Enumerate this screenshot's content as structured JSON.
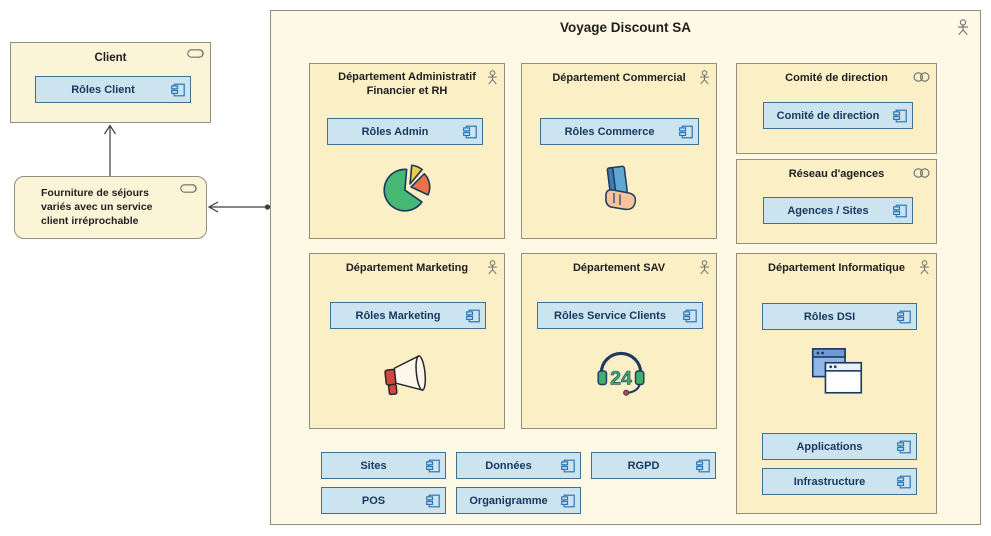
{
  "client": {
    "title": "Client",
    "component": "Rôles Client"
  },
  "service": {
    "label": "Fourniture de séjours variés avec un service client irréprochable"
  },
  "organization": {
    "title": "Voyage Discount SA",
    "admin": {
      "title": "Département Administratif Financier et RH",
      "component": "Rôles Admin"
    },
    "commercial": {
      "title": "Département Commercial",
      "component": "Rôles Commerce"
    },
    "direction": {
      "title": "Comité de direction",
      "component": "Comité de direction"
    },
    "agences": {
      "title": "Réseau d'agences",
      "component": "Agences / Sites"
    },
    "marketing": {
      "title": "Département Marketing",
      "component": "Rôles Marketing"
    },
    "sav": {
      "title": "Département SAV",
      "component": "Rôles Service Clients",
      "icon_text": "24"
    },
    "informatique": {
      "title": "Département Informatique",
      "component_dsi": "Rôles DSI",
      "component_applications": "Applications",
      "component_infrastructure": "Infrastructure"
    },
    "floating": {
      "sites": "Sites",
      "donnees": "Données",
      "rgpd": "RGPD",
      "pos": "POS",
      "organigramme": "Organigramme"
    }
  },
  "icons": {
    "business_actor": "stick-figure",
    "business_collaboration": "two-overlapping-circles",
    "business_role": "pill-cylinder",
    "application_component": "rect-with-two-tabs",
    "admin_illustration": "pie-chart",
    "commercial_illustration": "payment-card-in-hand",
    "marketing_illustration": "megaphone",
    "sav_illustration": "headset-24",
    "informatique_illustration": "application-windows"
  },
  "colors": {
    "container_fill": "#FDF9E4",
    "group_fill": "#FAEFC5",
    "outer_group_fill": "#FCF4D6",
    "group_border": "#90907C",
    "component_fill": "#CBE4F0",
    "component_border": "#41708C",
    "component_text": "#17375E",
    "title_text": "#1E1E1E",
    "connector": "#3D3D3D"
  }
}
